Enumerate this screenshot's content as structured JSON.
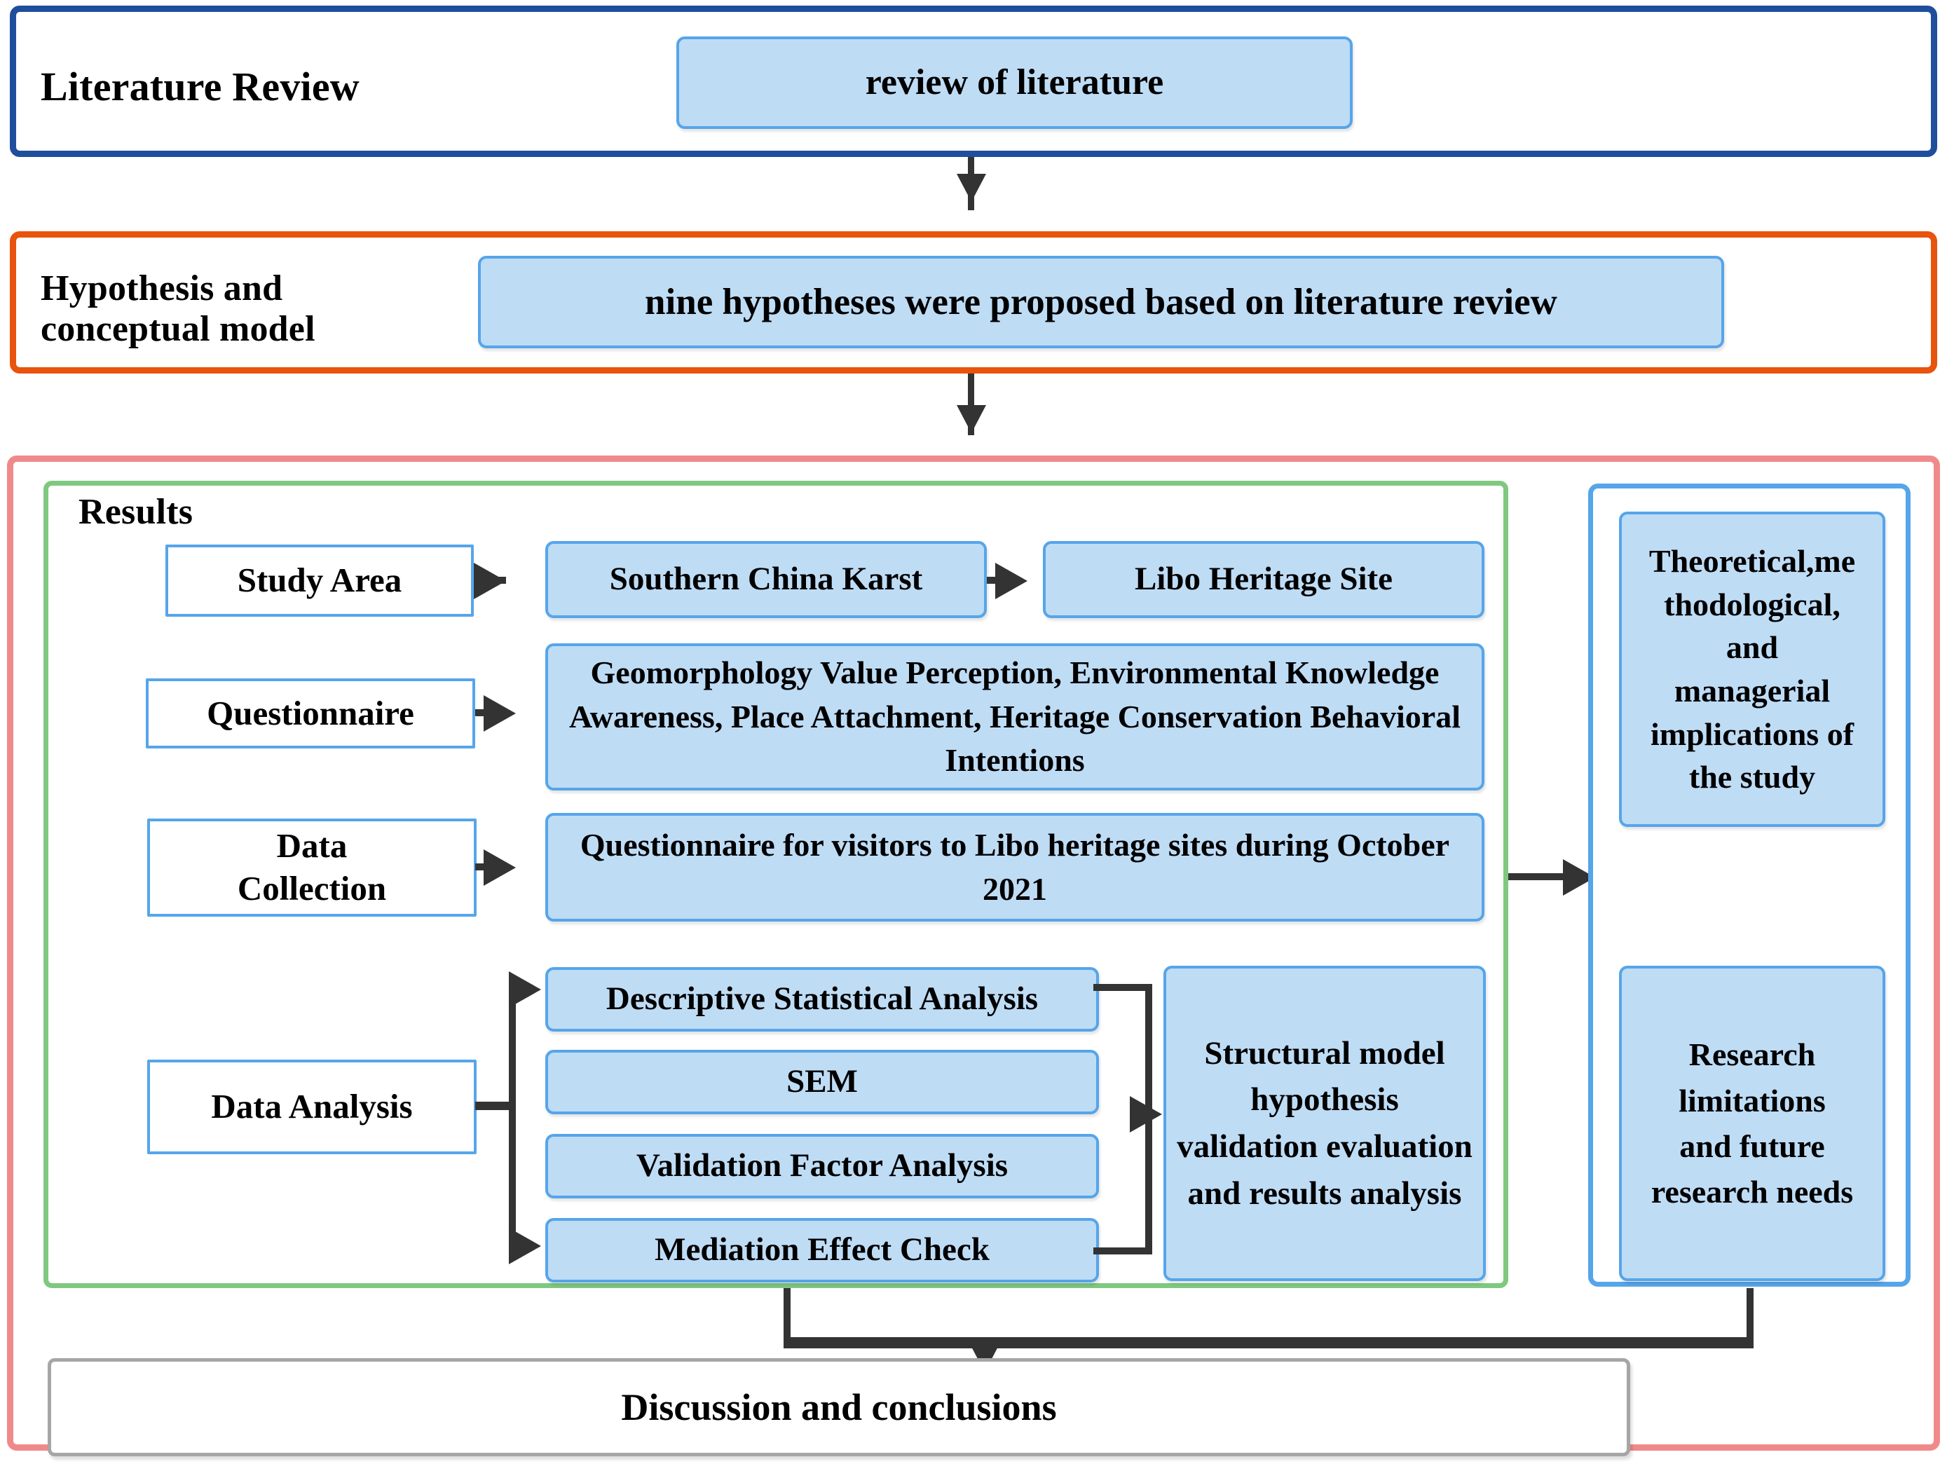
{
  "diagram": {
    "title": "Research framework flowchart",
    "colors": {
      "literature_border": "#1F4E9C",
      "hypothesis_border": "#E8530E",
      "results_border": "#F08A8A",
      "results_inner_border": "#7FC87F",
      "implications_border": "#56A5EA",
      "node_fill": "#BFDCF5",
      "node_border": "#56A5EA",
      "conclusion_border": "#A6A6A6",
      "connector": "#333333"
    }
  },
  "literature_stage": {
    "label": "Literature Review",
    "node": "review of literature"
  },
  "hypothesis_stage": {
    "label": "Hypothesis and\nconceptual model",
    "node": "nine hypotheses were proposed based on literature review"
  },
  "results_stage": {
    "label": "Results",
    "rows": [
      {
        "name": "study-area",
        "label": "Study Area",
        "nodes": [
          "Southern China Karst",
          "Libo Heritage Site"
        ]
      },
      {
        "name": "questionnaire",
        "label": "Questionnaire",
        "nodes": [
          "Geomorphology Value Perception, Environmental Knowledge Awareness, Place Attachment, Heritage Conservation Behavioral Intentions"
        ]
      },
      {
        "name": "data-collection",
        "label": "Data\nCollection",
        "nodes": [
          "Questionnaire for visitors to Libo heritage sites during October 2021"
        ]
      },
      {
        "name": "data-analysis",
        "label": "Data Analysis",
        "nodes": [
          "Descriptive Statistical Analysis",
          "SEM",
          "Validation Factor Analysis",
          "Mediation Effect Check"
        ],
        "aggregate_node": "Structural model hypothesis validation evaluation and results analysis"
      }
    ]
  },
  "implications_column": {
    "boxes": [
      "Theoretical,me\nthodological,\nand\nmanagerial\nimplications of\nthe study",
      "Research\nlimitations\nand future\nresearch needs"
    ]
  },
  "conclusion": {
    "label": "Discussion and conclusions"
  }
}
